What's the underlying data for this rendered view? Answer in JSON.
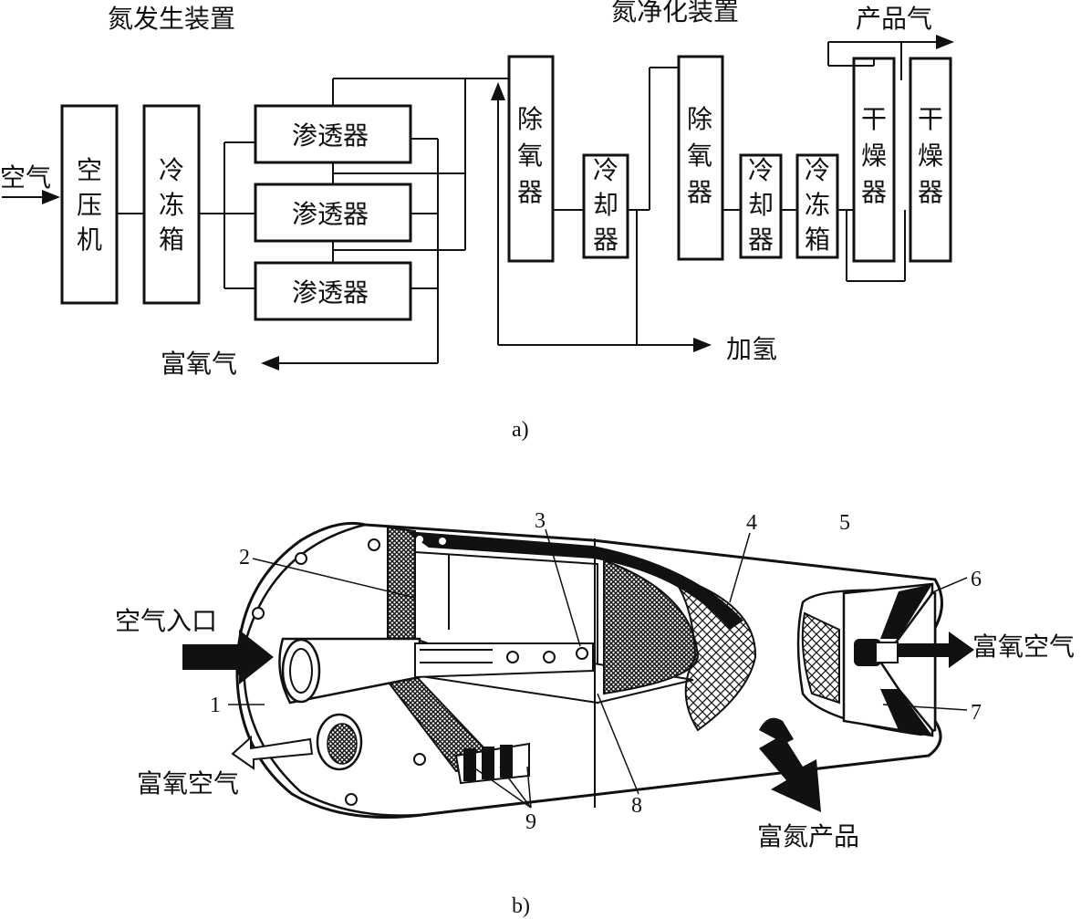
{
  "figure_a": {
    "header_nitrogen_generation": "氮发生装置",
    "header_nitrogen_purification": "氮净化装置",
    "label_product_gas": "产品气",
    "label_air": "空气",
    "box_compressor": "空压机",
    "box_freezer": "冷冻箱",
    "box_permeator_1": "渗透器",
    "box_permeator_2": "渗透器",
    "box_permeator_3": "渗透器",
    "box_deoxidizer_1": "除氧器",
    "box_cooler_1": "冷却器",
    "box_deoxidizer_2": "除氧器",
    "box_cooler_2": "冷却器",
    "box_freezer_2": "冷冻箱",
    "box_dryer_1": "干燥器",
    "box_dryer_2": "干燥器",
    "label_oxygen_rich_gas": "富氧气",
    "label_add_hydrogen": "加氢",
    "caption": "a)"
  },
  "figure_b": {
    "label_air_inlet": "空气入口",
    "label_oxygen_rich_air_left": "富氧空气",
    "label_oxygen_rich_air_right": "富氧空气",
    "label_nitrogen_rich_product": "富氮产品",
    "callout_1": "1",
    "callout_2": "2",
    "callout_3": "3",
    "callout_4": "4",
    "callout_5": "5",
    "callout_6": "6",
    "callout_7": "7",
    "callout_8": "8",
    "callout_9": "9",
    "caption": "b)"
  }
}
